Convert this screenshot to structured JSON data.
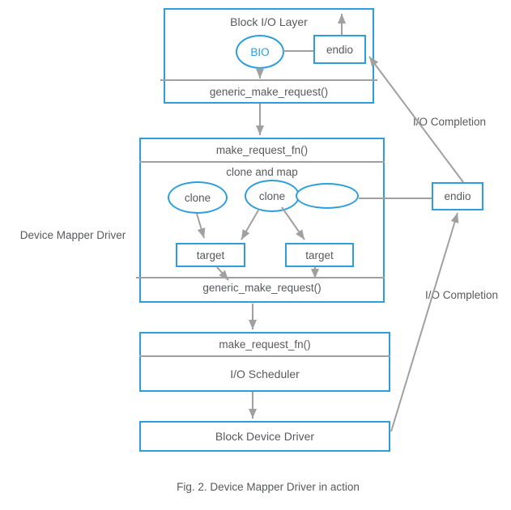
{
  "colors": {
    "box_border_blue": "#2C9EDD",
    "line_gray": "#A0A0A0",
    "text_gray": "#58595B"
  },
  "block_io": {
    "title": "Block I/O Layer",
    "bio_label": "BIO",
    "endio_label": "endio",
    "generic_label": "generic_make_request()"
  },
  "device_mapper": {
    "side_label": "Device Mapper Driver",
    "header": "make_request_fn()",
    "section_label": "clone and map",
    "clone_left_label": "clone",
    "clone_center_label": "clone",
    "target_left_label": "target",
    "target_right_label": "target",
    "generic_label": "generic_make_request()"
  },
  "completion": {
    "endio_label": "endio",
    "top_label": "I/O Completion",
    "bottom_label": "I/O Completion"
  },
  "scheduler": {
    "header": "make_request_fn()",
    "body_label": "I/O Scheduler"
  },
  "driver": {
    "label": "Block Device Driver"
  },
  "caption": "Fig. 2. Device Mapper Driver in action"
}
